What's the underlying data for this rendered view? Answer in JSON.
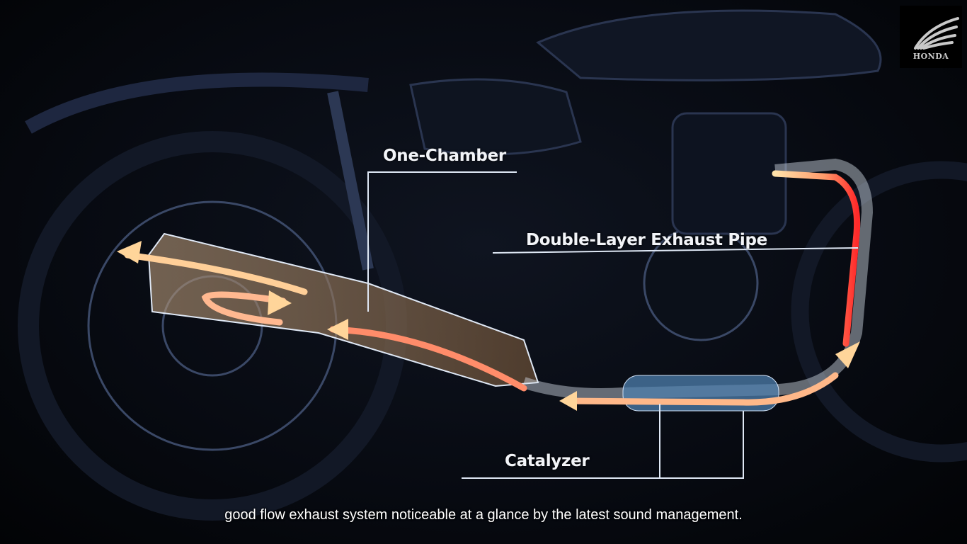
{
  "labels": {
    "one_chamber": "One-Chamber",
    "double_layer": "Double-Layer Exhaust Pipe",
    "catalyzer": "Catalyzer"
  },
  "subtitle": "good flow exhaust system noticeable at a glance by the latest sound management.",
  "logo": {
    "text": "HONDA"
  },
  "colors": {
    "flow_hot": "#ff3a2a",
    "flow_warm": "#ffd08a",
    "line": "#cfe0f5",
    "catalyzer": "#6fa8d8"
  }
}
